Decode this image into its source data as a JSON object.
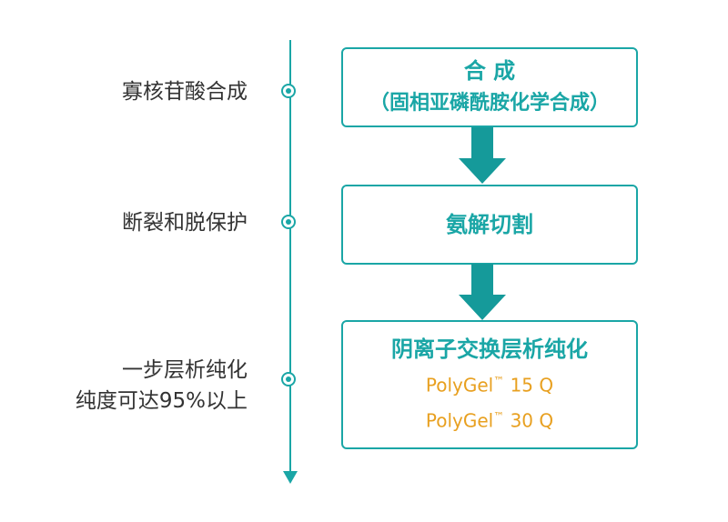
{
  "timeline": {
    "steps": [
      {
        "label": "寡核苷酸合成"
      },
      {
        "label": "断裂和脱保护"
      },
      {
        "label_line1": "一步层析纯化",
        "label_line2": "纯度可达95%以上"
      }
    ]
  },
  "process": {
    "box1": {
      "title": "合 成",
      "subtitle": "（固相亚磷酰胺化学合成）"
    },
    "box2": {
      "title": "氨解切割"
    },
    "box3": {
      "title": "阴离子交换层析纯化",
      "products": [
        {
          "name": "PolyGel",
          "mark": "™",
          "suffix": " 15 Q"
        },
        {
          "name": "PolyGel",
          "mark": "™",
          "suffix": " 30 Q"
        }
      ]
    }
  },
  "colors": {
    "accent": "#1aa6a6",
    "arrow": "#159a9a",
    "product": "#e8a020",
    "text": "#333333"
  }
}
